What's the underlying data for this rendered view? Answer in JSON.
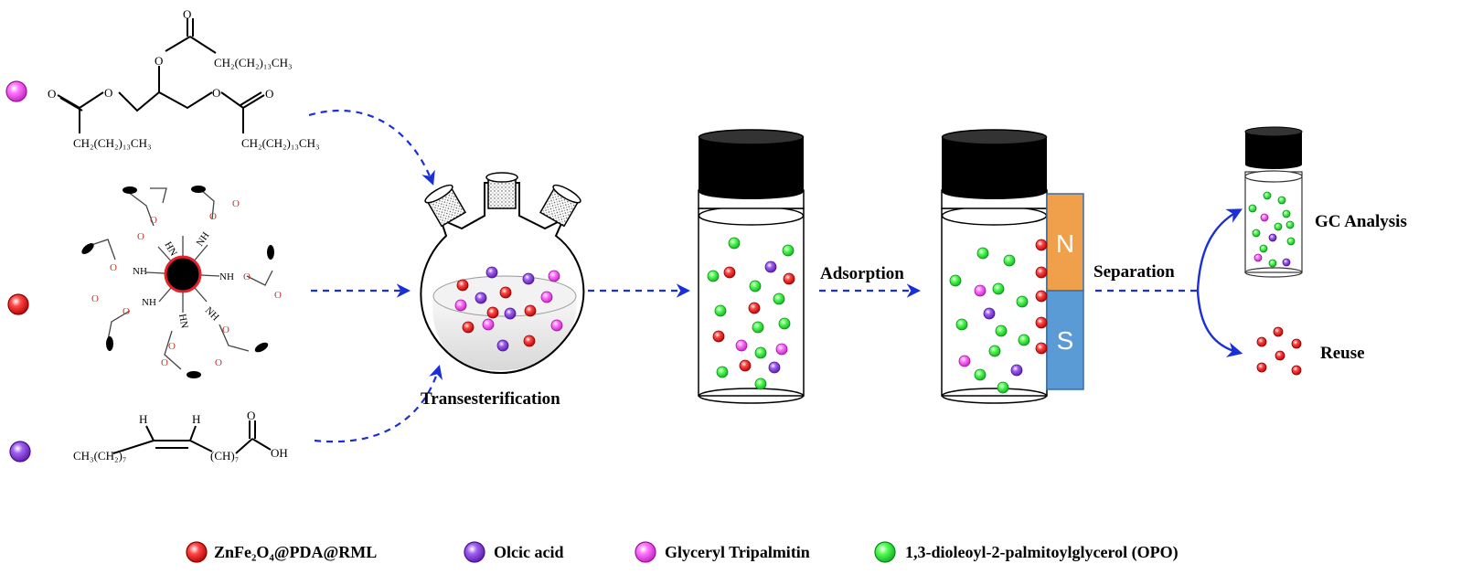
{
  "palette": {
    "red": "#e8202a",
    "purple": "#8a3fd6",
    "magenta": "#ee55ee",
    "green": "#33dd44",
    "arrow": "#1a2fd8",
    "magnet_n": "#f0a04b",
    "magnet_s": "#5b9bd5",
    "cap": "#000000"
  },
  "icons": {
    "particle": "sphere-icon",
    "flask": "three-neck-flask-icon",
    "vial": "vial-icon",
    "magnet": "magnet-icon",
    "arrow": "dashed-arrow-icon"
  },
  "reactants": {
    "tripalmitin": {
      "chain_top": "CH₂(CH₂)₁₃CH₃",
      "chain_left": "CH₂(CH₂)₁₃CH₃",
      "chain_right": "CH₂(CH₂)₁₃CH₃",
      "o": "O"
    },
    "catalyst": {
      "nh": "NH",
      "hn": "HN",
      "o": "O"
    },
    "oleic_acid": {
      "h": "H",
      "chain_left": "CH₃(CH₂)₇",
      "chain_right": "(CH)₇",
      "oh": "OH",
      "o": "O"
    }
  },
  "labels": {
    "transesterification": "Transesterification",
    "adsorption": "Adsorption",
    "separation": "Separation",
    "gc_analysis": "GC Analysis",
    "reuse": "Reuse",
    "magnet_n": "N",
    "magnet_s": "S"
  },
  "legend": [
    {
      "color": "red",
      "label": "ZnFe₂O₄@PDA@RML"
    },
    {
      "color": "purple",
      "label": "Olcic acid"
    },
    {
      "color": "magenta",
      "label": "Glyceryl Tripalmitin"
    },
    {
      "color": "green",
      "label": "1,3-dioleoyl-2-palmitoylglycerol (OPO)"
    }
  ]
}
